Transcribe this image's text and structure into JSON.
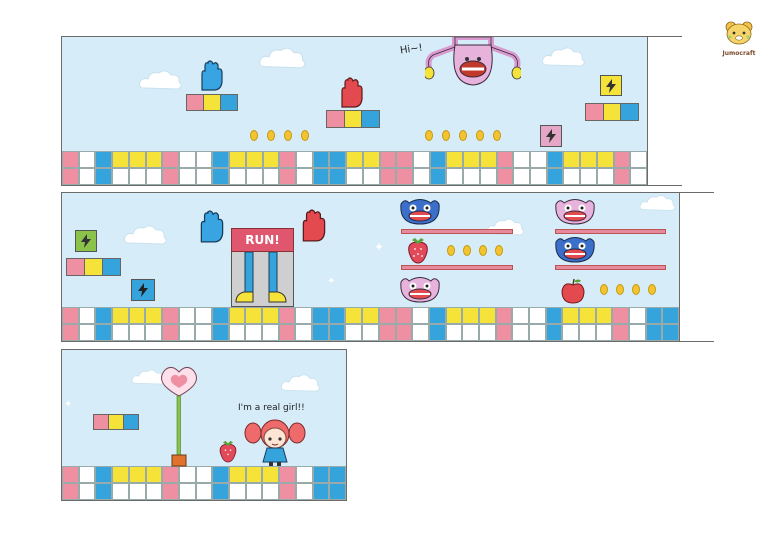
{
  "brand": {
    "logo_text": "Jumocraft"
  },
  "panel1": {
    "speech": "Hi~!"
  },
  "panel2": {
    "run_sign": "RUN!"
  },
  "panel3": {
    "speech": "I'm a real girl!!"
  },
  "colors": {
    "sky": "#d6ecf8",
    "pink": "#ef8fa2",
    "yellow": "#f6e33a",
    "blue": "#35a4dd",
    "white": "#ffffff",
    "coin": "#f3c431"
  },
  "icons": [
    "cloud-icon",
    "hand-icon",
    "lightning-icon",
    "coin-icon",
    "strawberry-icon",
    "apple-icon",
    "monster-face-icon",
    "heart-lollipop-icon",
    "doll-girl-icon"
  ]
}
